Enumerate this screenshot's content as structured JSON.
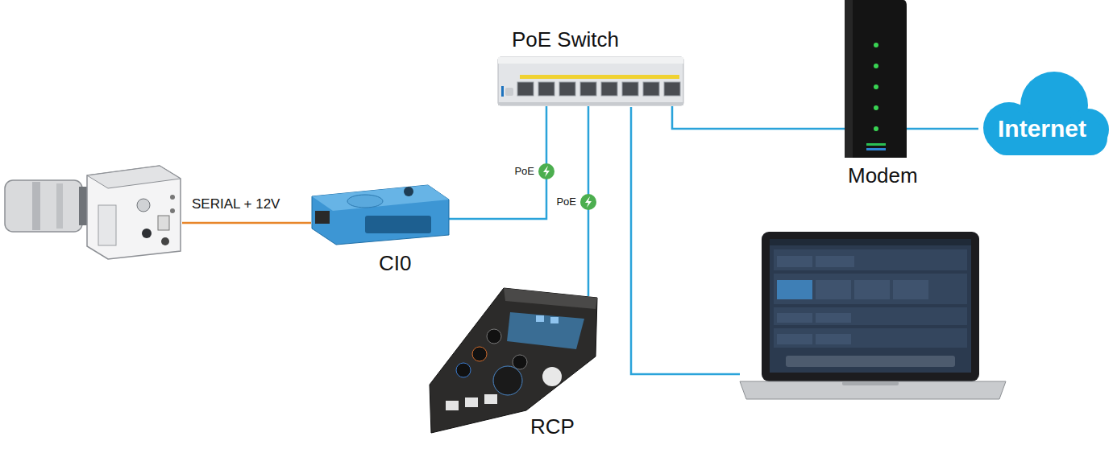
{
  "diagram": {
    "nodes": [
      {
        "text": [
          "PoE Switch"
        ]
      },
      {
        "text": [
          "Modem"
        ]
      },
      {
        "text": [
          "Internet"
        ]
      },
      {
        "text": [
          "CI0"
        ]
      },
      {
        "text": [
          "RCP"
        ]
      }
    ],
    "edges": [
      {
        "from": 0,
        "to": 3,
        "arrow": "none",
        "label": "PoE"
      },
      {
        "from": 0,
        "to": 4,
        "arrow": "none",
        "label": "PoE"
      },
      {
        "from": 0,
        "to": 1,
        "arrow": "none"
      },
      {
        "from": 1,
        "to": 2,
        "arrow": "none"
      }
    ],
    "labels": [
      "SERIAL + 12V"
    ]
  }
}
